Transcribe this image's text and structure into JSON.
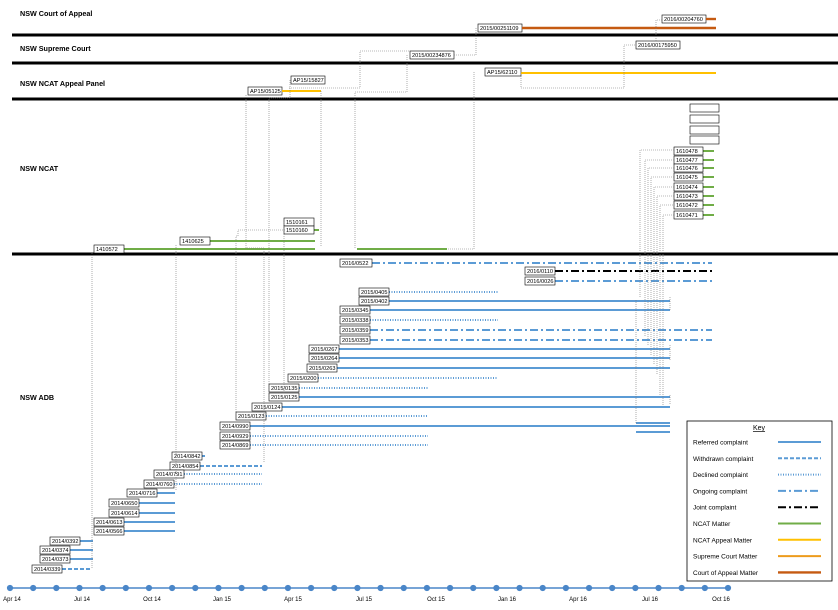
{
  "courts": [
    {
      "label": "NSW Court of Appeal"
    },
    {
      "label": "NSW Supreme Court"
    },
    {
      "label": "NSW NCAT Appeal Panel"
    },
    {
      "label": "NSW NCAT"
    },
    {
      "label": "NSW ADB"
    }
  ],
  "axis_ticks": [
    "Apr 14",
    "Jul 14",
    "Oct 14",
    "Jan 15",
    "Apr 15",
    "Jul 15",
    "Oct 15",
    "Jan 16",
    "Apr 16",
    "Jul 16",
    "Oct 16"
  ],
  "key": {
    "title": "Key",
    "items": [
      {
        "label": "Referred complaint",
        "style": "referred"
      },
      {
        "label": "Withdrawn complaint",
        "style": "withdrawn"
      },
      {
        "label": "Declined complaint",
        "style": "declined"
      },
      {
        "label": "Ongoing complaint",
        "style": "ongoing"
      },
      {
        "label": "Joint complaint",
        "style": "joint"
      },
      {
        "label": "NCAT Matter",
        "style": "ncat"
      },
      {
        "label": "NCAT Appeal Matter",
        "style": "appeal"
      },
      {
        "label": "Supreme Court Matter",
        "style": "supreme"
      },
      {
        "label": "Court of Appeal Matter",
        "style": "coa"
      }
    ]
  },
  "colors": {
    "blue": "#5b9bd5",
    "green": "#70ad47",
    "yellow": "#ffc000",
    "orange": "#ed9b1c",
    "brown": "#c55a11",
    "black": "#000000",
    "timeline": "#4a86c8"
  },
  "matters": {
    "adb": [
      {
        "label": "2016/0522"
      },
      {
        "label": "2016/0110"
      },
      {
        "label": "2016/0026"
      },
      {
        "label": "2015/0405"
      },
      {
        "label": "2015/0402"
      },
      {
        "label": "2015/0345"
      },
      {
        "label": "2015/0338"
      },
      {
        "label": "2015/0359"
      },
      {
        "label": "2015/0353"
      },
      {
        "label": "2015/0267"
      },
      {
        "label": "2015/0264"
      },
      {
        "label": "2015/0263"
      },
      {
        "label": "2015/0200"
      },
      {
        "label": "2015/0135"
      },
      {
        "label": "2015/0125"
      },
      {
        "label": "2015/0124"
      },
      {
        "label": "2015/0123"
      },
      {
        "label": "2014/0990"
      },
      {
        "label": "2014/0929"
      },
      {
        "label": "2014/0869"
      },
      {
        "label": "2014/0842"
      },
      {
        "label": "2014/0854"
      },
      {
        "label": "2014/0791"
      },
      {
        "label": "2014/0760"
      },
      {
        "label": "2014/0716"
      },
      {
        "label": "2014/0650"
      },
      {
        "label": "2014/0614"
      },
      {
        "label": "2014/0613"
      },
      {
        "label": "2014/0566"
      },
      {
        "label": "2014/0392"
      },
      {
        "label": "2014/0374"
      },
      {
        "label": "2014/0373"
      },
      {
        "label": "2014/0339"
      }
    ],
    "ncat": [
      {
        "label": "1410572"
      },
      {
        "label": "1410625"
      },
      {
        "label": "1510161"
      },
      {
        "label": "1510160"
      },
      {
        "label": "1610478"
      },
      {
        "label": "1610477"
      },
      {
        "label": "1610476"
      },
      {
        "label": "1610475"
      },
      {
        "label": "1610474"
      },
      {
        "label": "1610473"
      },
      {
        "label": "1610472"
      },
      {
        "label": "1610471"
      }
    ],
    "appeal": [
      {
        "label": "AP15/05125"
      },
      {
        "label": "AP15/15827"
      },
      {
        "label": "AP15/62110"
      }
    ],
    "supreme": [
      {
        "label": "2015/00234876"
      },
      {
        "label": "2016/00175950"
      }
    ],
    "coa": [
      {
        "label": "2015/00251109"
      },
      {
        "label": "2016/00204760"
      }
    ]
  }
}
